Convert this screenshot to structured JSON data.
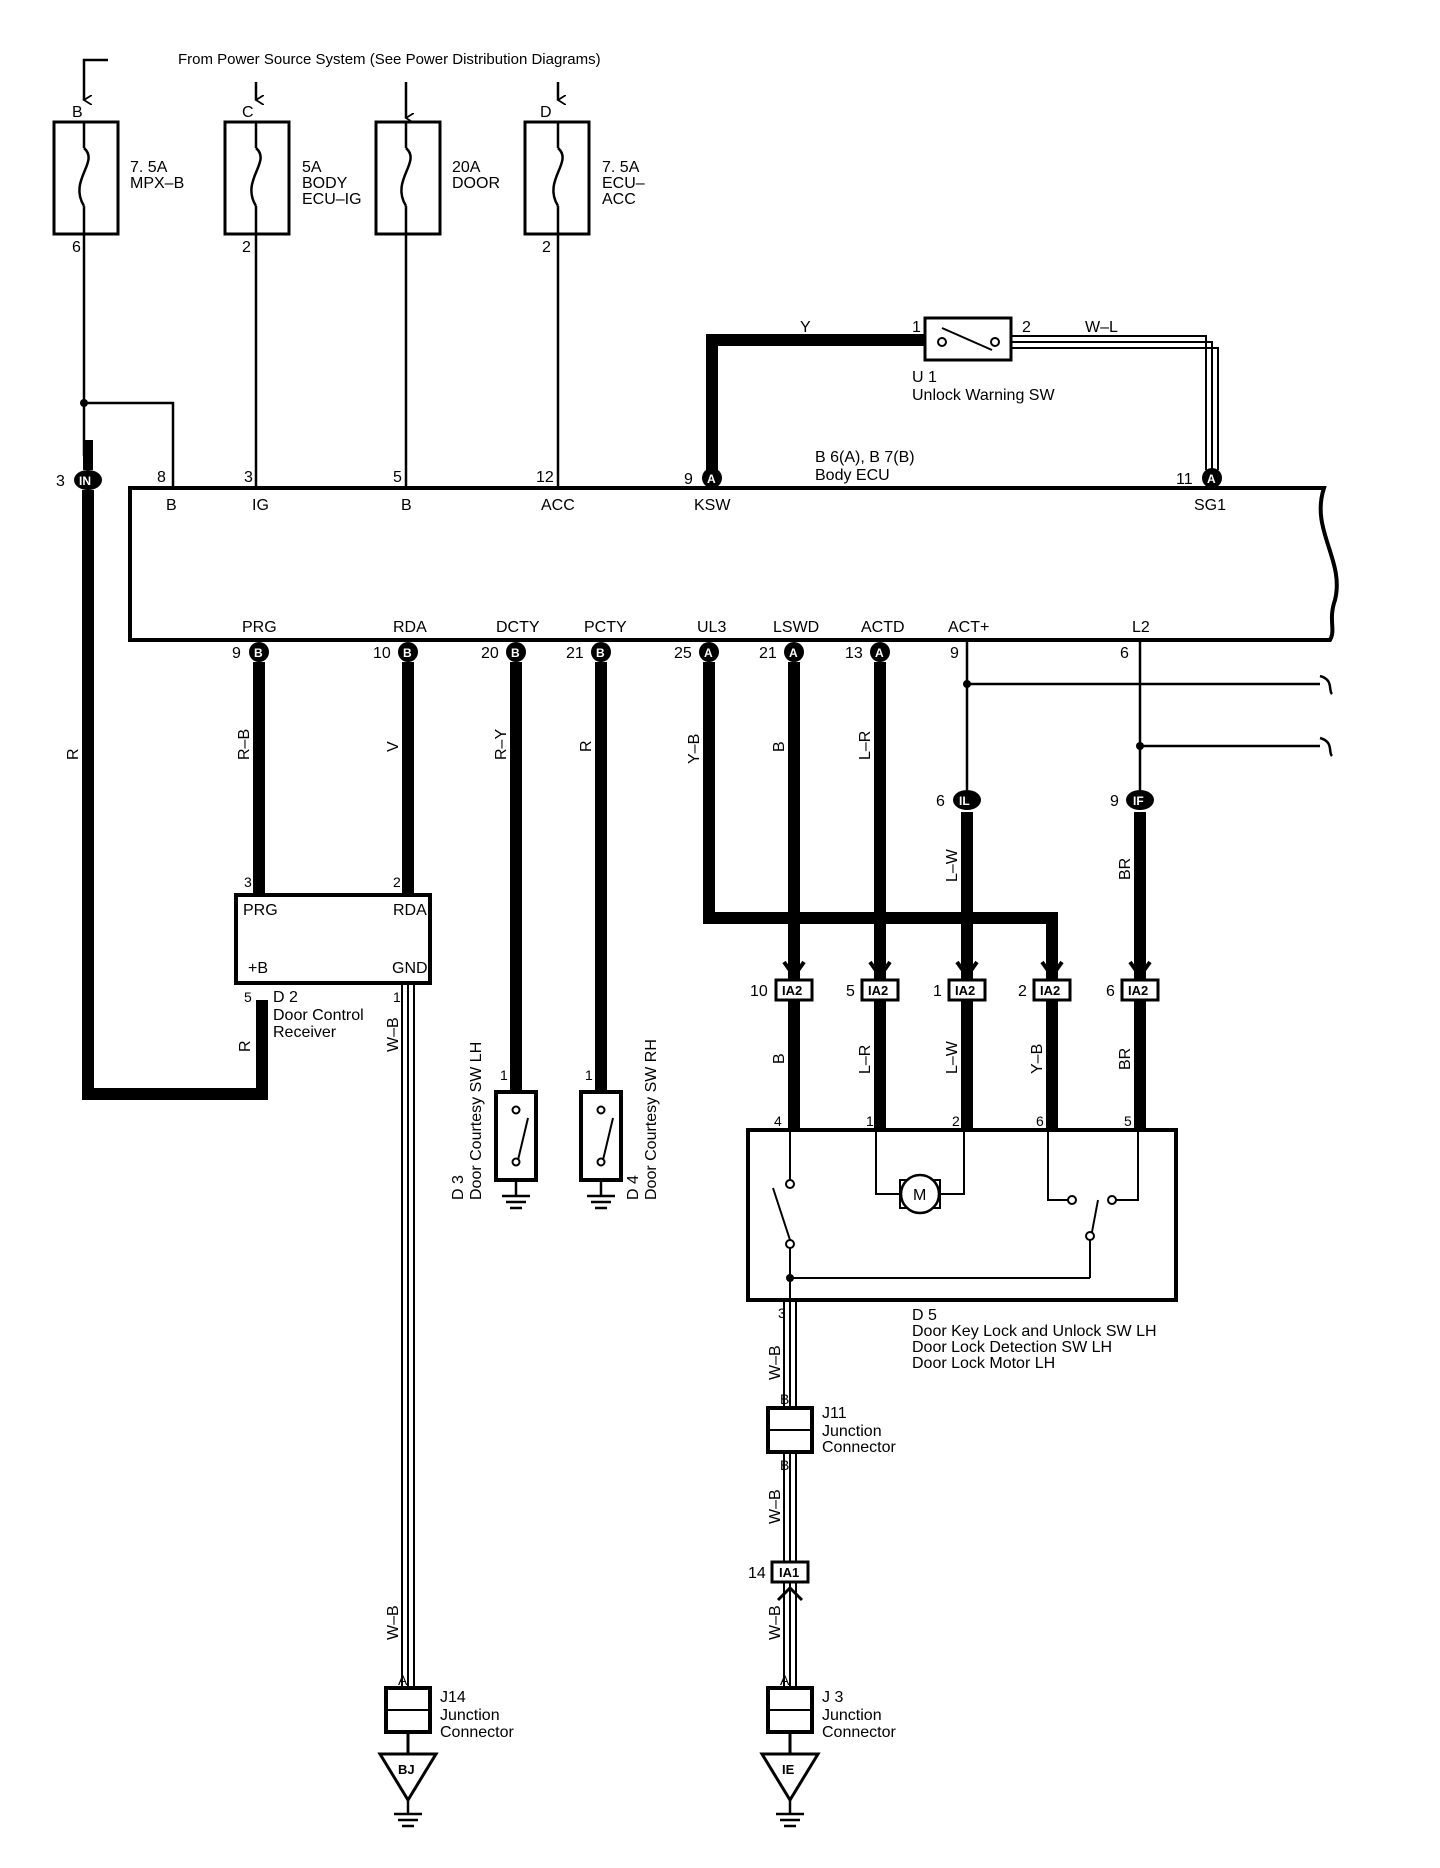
{
  "header": "From Power Source System (See Power Distribution Diagrams)",
  "fuses": [
    {
      "top": "B",
      "bottom": "6",
      "l1": "7. 5A",
      "l2": "MPX–B",
      "l3": ""
    },
    {
      "top": "C",
      "bottom": "2",
      "l1": "5A",
      "l2": "BODY",
      "l3": "ECU–IG"
    },
    {
      "top": "",
      "bottom": "",
      "l1": "20A",
      "l2": "DOOR",
      "l3": ""
    },
    {
      "top": "D",
      "bottom": "2",
      "l1": "7. 5A",
      "l2": "ECU–",
      "l3": "ACC"
    }
  ],
  "unlock_sw": {
    "code": "U 1",
    "name": "Unlock Warning SW",
    "pin1": "1",
    "pin2": "2",
    "wire_left": "Y",
    "wire_right": "W–L"
  },
  "body_ecu": {
    "code": "B 6(A), B 7(B)",
    "name": "Body ECU",
    "top_pins": [
      {
        "num": "3",
        "badge": "IN",
        "name": ""
      },
      {
        "num": "8",
        "badge": "",
        "name": "B"
      },
      {
        "num": "3",
        "badge": "",
        "name": "IG"
      },
      {
        "num": "5",
        "badge": "",
        "name": "B"
      },
      {
        "num": "12",
        "badge": "",
        "name": "ACC"
      },
      {
        "num": "9",
        "badge": "A",
        "name": "KSW"
      },
      {
        "num": "11",
        "badge": "A",
        "name": "SG1"
      }
    ],
    "bottom_pins": [
      {
        "num": "9",
        "badge": "B",
        "name": "PRG",
        "wire": "R–B"
      },
      {
        "num": "10",
        "badge": "B",
        "name": "RDA",
        "wire": "V"
      },
      {
        "num": "20",
        "badge": "B",
        "name": "DCTY",
        "wire": "R–Y"
      },
      {
        "num": "21",
        "badge": "B",
        "name": "PCTY",
        "wire": "R"
      },
      {
        "num": "25",
        "badge": "A",
        "name": "UL3",
        "wire": "Y–B"
      },
      {
        "num": "21",
        "badge": "A",
        "name": "LSWD",
        "wire": "B"
      },
      {
        "num": "13",
        "badge": "A",
        "name": "ACTD",
        "wire": "L–R"
      },
      {
        "num": "9",
        "badge": "",
        "name": "ACT+",
        "wire": ""
      },
      {
        "num": "6",
        "badge": "",
        "name": "L2",
        "wire": ""
      }
    ]
  },
  "wire_r": "R",
  "il": {
    "num": "6",
    "badge": "IL",
    "wire": "L–W"
  },
  "if": {
    "num": "9",
    "badge": "IF",
    "wire": "BR"
  },
  "d2": {
    "code": "D 2",
    "l1": "Door Control",
    "l2": "Receiver",
    "prg": "PRG",
    "rda": "RDA",
    "b": "+B",
    "gnd": "GND",
    "p3": "3",
    "p2": "2",
    "p5": "5",
    "p1": "1",
    "wire_r": "R",
    "wire_wb": "W–B"
  },
  "d3": {
    "code": "D 3",
    "name": "Door Courtesy SW LH",
    "pin": "1"
  },
  "d4": {
    "code": "D 4",
    "name": "Door Courtesy SW RH",
    "pin": "1"
  },
  "ia2": [
    {
      "num": "10",
      "label": "IA2",
      "wire": "B",
      "pin": "4"
    },
    {
      "num": "5",
      "label": "IA2",
      "wire": "L–R",
      "pin": "1"
    },
    {
      "num": "1",
      "label": "IA2",
      "wire": "L–W",
      "pin": "2"
    },
    {
      "num": "2",
      "label": "IA2",
      "wire": "Y–B",
      "pin": "6"
    },
    {
      "num": "6",
      "label": "IA2",
      "wire": "BR",
      "pin": "5"
    }
  ],
  "d5": {
    "code": "D 5",
    "l1": "Door Key Lock and Unlock SW LH",
    "l2": "Door Lock Detection SW LH",
    "l3": "Door Lock Motor LH",
    "pin": "3",
    "motor": "M"
  },
  "j11": {
    "code": "J11",
    "l1": "Junction",
    "l2": "Connector",
    "top": "B",
    "bottom": "B"
  },
  "ia1": {
    "num": "14",
    "label": "IA1"
  },
  "j3": {
    "code": "J 3",
    "l1": "Junction",
    "l2": "Connector",
    "pin": "A",
    "ground": "IE"
  },
  "j14": {
    "code": "J14",
    "l1": "Junction",
    "l2": "Connector",
    "pin": "A",
    "ground": "BJ"
  },
  "wire_wb": "W–B"
}
